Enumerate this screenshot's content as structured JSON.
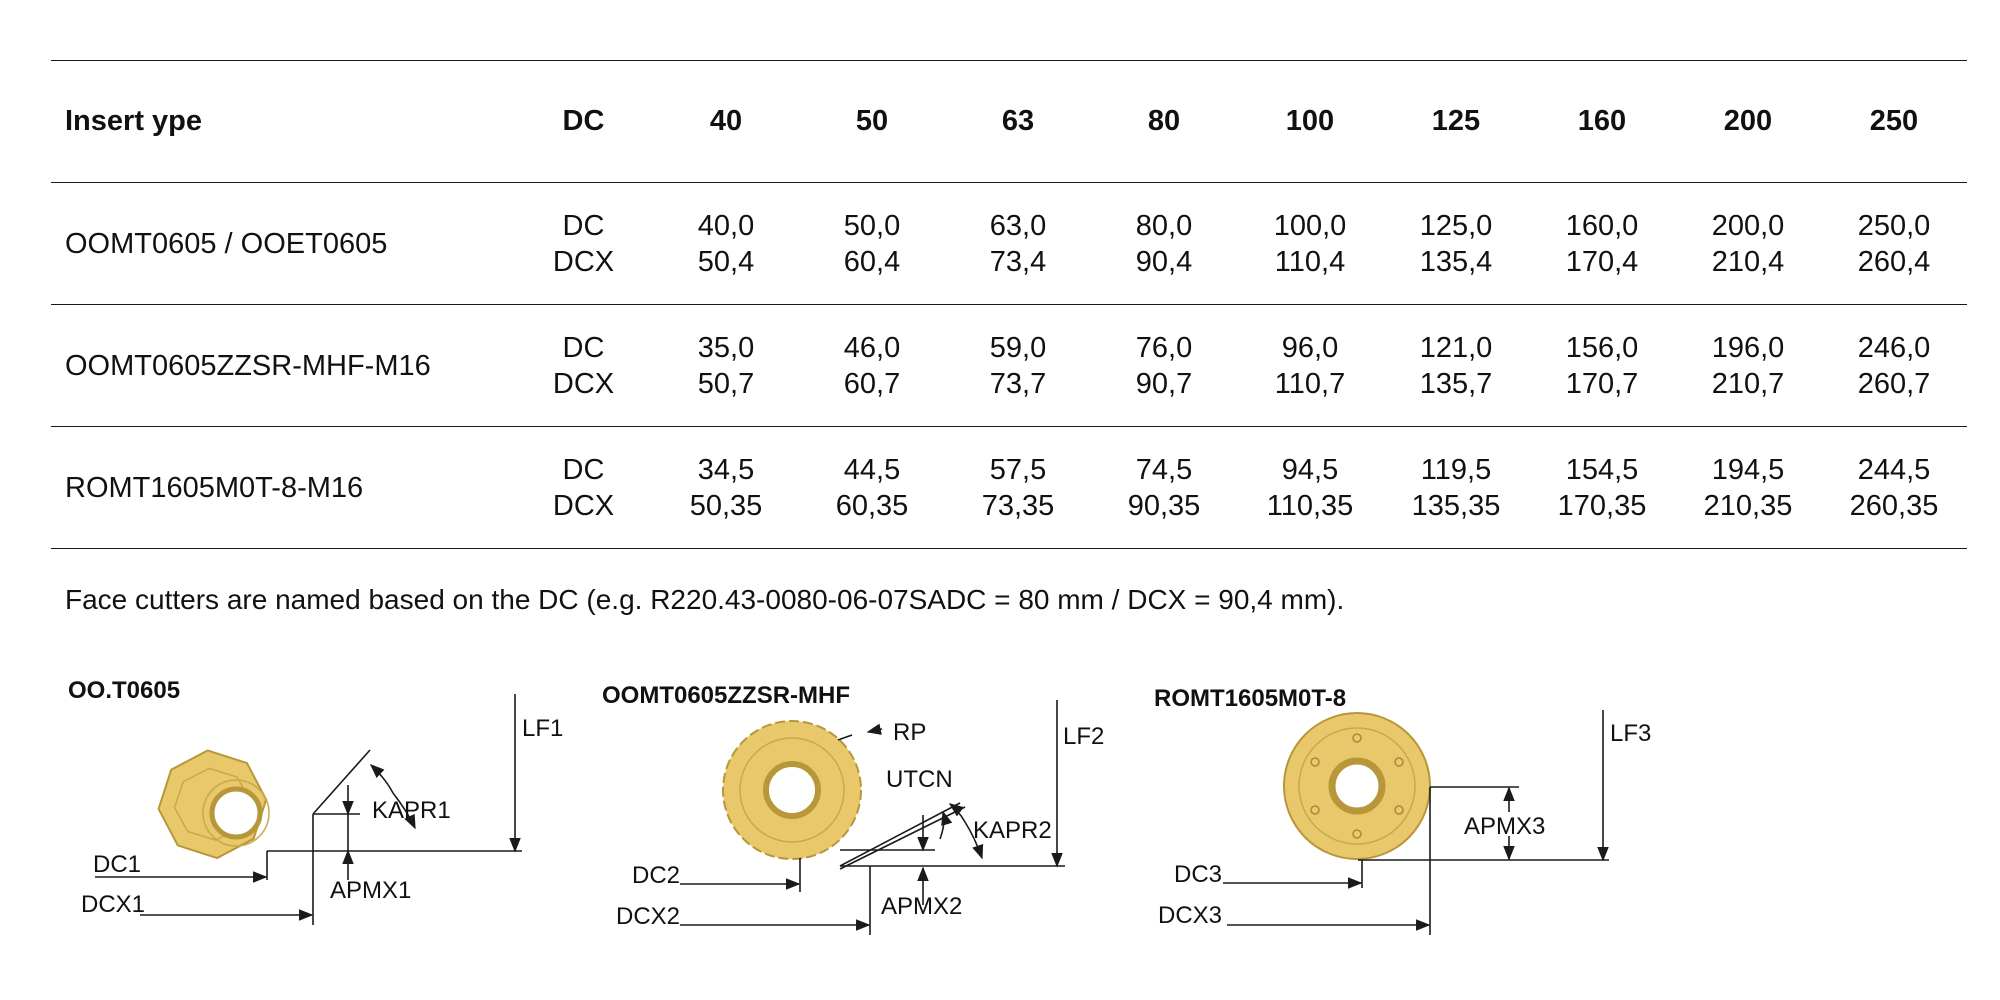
{
  "table": {
    "headers": [
      "Insert ype",
      "DC",
      "40",
      "50",
      "63",
      "80",
      "100",
      "125",
      "160",
      "200",
      "250"
    ],
    "rows": [
      {
        "insert": "OOMT0605 / OOET0605",
        "labels": [
          "DC",
          "DCX"
        ],
        "dc": [
          "40,0",
          "50,0",
          "63,0",
          "80,0",
          "100,0",
          "125,0",
          "160,0",
          "200,0",
          "250,0"
        ],
        "dcx": [
          "50,4",
          "60,4",
          "73,4",
          "90,4",
          "110,4",
          "135,4",
          "170,4",
          "210,4",
          "260,4"
        ]
      },
      {
        "insert": "OOMT0605ZZSR-MHF-M16",
        "labels": [
          "DC",
          "DCX"
        ],
        "dc": [
          "35,0",
          "46,0",
          "59,0",
          "76,0",
          "96,0",
          "121,0",
          "156,0",
          "196,0",
          "246,0"
        ],
        "dcx": [
          "50,7",
          "60,7",
          "73,7",
          "90,7",
          "110,7",
          "135,7",
          "170,7",
          "210,7",
          "260,7"
        ]
      },
      {
        "insert": "ROMT1605M0T-8-M16",
        "labels": [
          "DC",
          "DCX"
        ],
        "dc": [
          "34,5",
          "44,5",
          "57,5",
          "74,5",
          "94,5",
          "119,5",
          "154,5",
          "194,5",
          "244,5"
        ],
        "dcx": [
          "50,35",
          "60,35",
          "73,35",
          "90,35",
          "110,35",
          "135,35",
          "170,35",
          "210,35",
          "260,35"
        ]
      }
    ]
  },
  "note": "Face cutters are named based on the DC (e.g. R220.43-0080-06-07SADC = 80 mm / DCX = 90,4 mm).",
  "diagrams": [
    {
      "title": "OO.T0605",
      "labels": {
        "lf": "LF1",
        "kapr": "KAPR1",
        "dc": "DC1",
        "dcx": "DCX1",
        "apmx": "APMX1"
      }
    },
    {
      "title": "OOMT0605ZZSR-MHF",
      "labels": {
        "rp": "RP",
        "utcn": "UTCN",
        "lf": "LF2",
        "kapr": "KAPR2",
        "dc": "DC2",
        "dcx": "DCX2",
        "apmx": "APMX2"
      }
    },
    {
      "title": "ROMT1605M0T-8",
      "labels": {
        "lf": "LF3",
        "apmx": "APMX3",
        "dc": "DC3",
        "dcx": "DCX3"
      }
    }
  ],
  "colors": {
    "insert_fill": "#e8c86a",
    "insert_edge": "#b8963a",
    "line": "#1a1a1a"
  }
}
